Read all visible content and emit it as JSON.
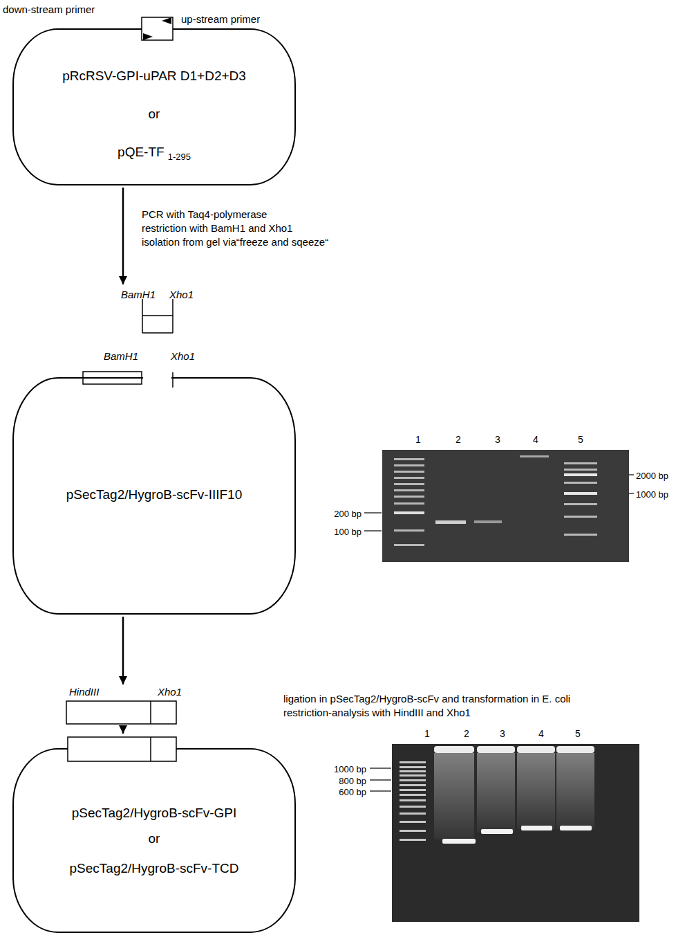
{
  "diagram": {
    "nodes": [
      {
        "text": [
          "pRcRSV-GPI-uPAR D1+D2+D3",
          "or",
          "pQE-TF",
          "1-295"
        ]
      },
      {
        "text": [
          "BamH1",
          "Xho1"
        ]
      },
      {
        "text": [
          "pSecTag2/HygroB-scFv-IIIF10"
        ]
      },
      {
        "text": [
          "HindIII",
          "Xho1"
        ]
      },
      {
        "text": [
          "pSecTag2/HygroB-scFv-GPI",
          "or",
          "pSecTag2/HygroB-scFv-TCD"
        ]
      }
    ],
    "edges": [
      {
        "from": 0,
        "to": 1,
        "arrow": "to"
      },
      {
        "from": 2,
        "to": 3,
        "arrow": "to"
      },
      {
        "from": 3,
        "to": 4,
        "arrow": "to"
      }
    ],
    "labels": [
      "down-stream primer",
      "up-stream primer",
      "PCR with Taq4-polymerase",
      "restriction with BamH1 and Xho1",
      "isolation from gel via“freeze and sqeeze“",
      "BamH1",
      "Xho1",
      "1",
      "2",
      "3",
      "4",
      "5",
      "200 bp",
      "100 bp",
      "2000 bp",
      "1000 bp",
      "ligation in pSecTag2/HygroB-scFv and transformation in E. coli",
      "restriction-analysis with HindIII and Xho1",
      "1",
      "2",
      "3",
      "4",
      "5",
      "1000 bp",
      "800 bp",
      "600 bp"
    ]
  }
}
